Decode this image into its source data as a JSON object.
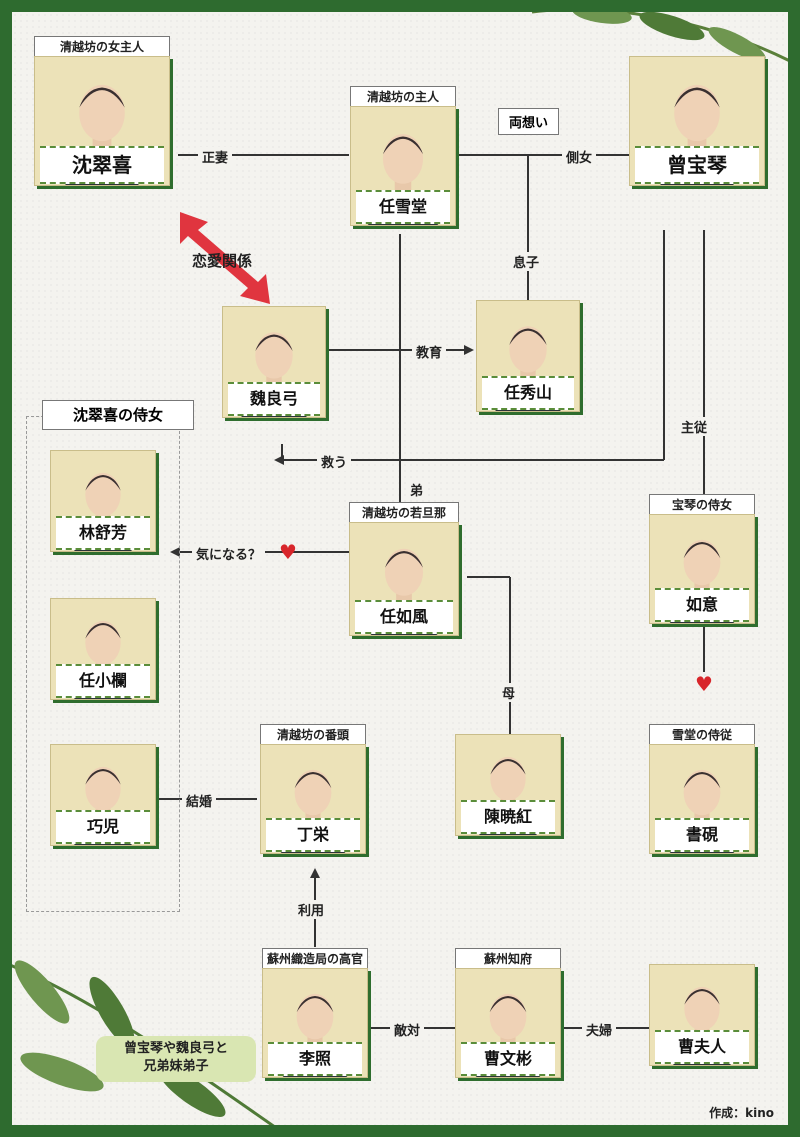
{
  "people": {
    "shen": {
      "role": "清越坊の女主人",
      "name": "沈翠喜"
    },
    "ren_xuetang": {
      "role": "清越坊の主人",
      "name": "任雪堂"
    },
    "zeng": {
      "role": "",
      "name": "曾宝琴"
    },
    "wei": {
      "role": "",
      "name": "魏良弓"
    },
    "ren_xiushan": {
      "role": "",
      "name": "任秀山"
    },
    "lin": {
      "role": "",
      "name": "林舒芳"
    },
    "ren_xiaolan": {
      "role": "",
      "name": "任小欄"
    },
    "qiaoer": {
      "role": "",
      "name": "巧児"
    },
    "ren_rufeng": {
      "role": "清越坊の若旦那",
      "name": "任如風"
    },
    "ruyi": {
      "role": "宝琴の侍女",
      "name": "如意"
    },
    "shuyan": {
      "role": "雪堂の侍従",
      "name": "書硯"
    },
    "ding": {
      "role": "清越坊の番頭",
      "name": "丁栄"
    },
    "chen": {
      "role": "",
      "name": "陳暁紅"
    },
    "li": {
      "role": "蘇州織造局の高官",
      "name": "李照"
    },
    "cao": {
      "role": "蘇州知府",
      "name": "曹文彬"
    },
    "caofuren": {
      "role": "",
      "name": "曹夫人"
    }
  },
  "relations": {
    "seisai": "正妻",
    "sokujo": "側女",
    "ryouomoi": "両想い",
    "renai": "恋愛関係",
    "musuko": "息子",
    "kyouiku": "教育",
    "sukuu": "救う",
    "shujuu": "主従",
    "otouto": "弟",
    "kininaru": "気になる？",
    "haha": "母",
    "kekkon": "結婚",
    "riyou": "利用",
    "tekitai": "敵対",
    "fuufu": "夫婦"
  },
  "group_title": "沈翠喜の侍女",
  "note": "曾宝琴や魏良弓と\n兄弟妹弟子",
  "credit": "作成：kino",
  "colors": {
    "frame": "#2e6b2f",
    "accent_red": "#d8262b",
    "photo_bg": "#efe6c0",
    "note_bg": "#d9e6b2"
  }
}
